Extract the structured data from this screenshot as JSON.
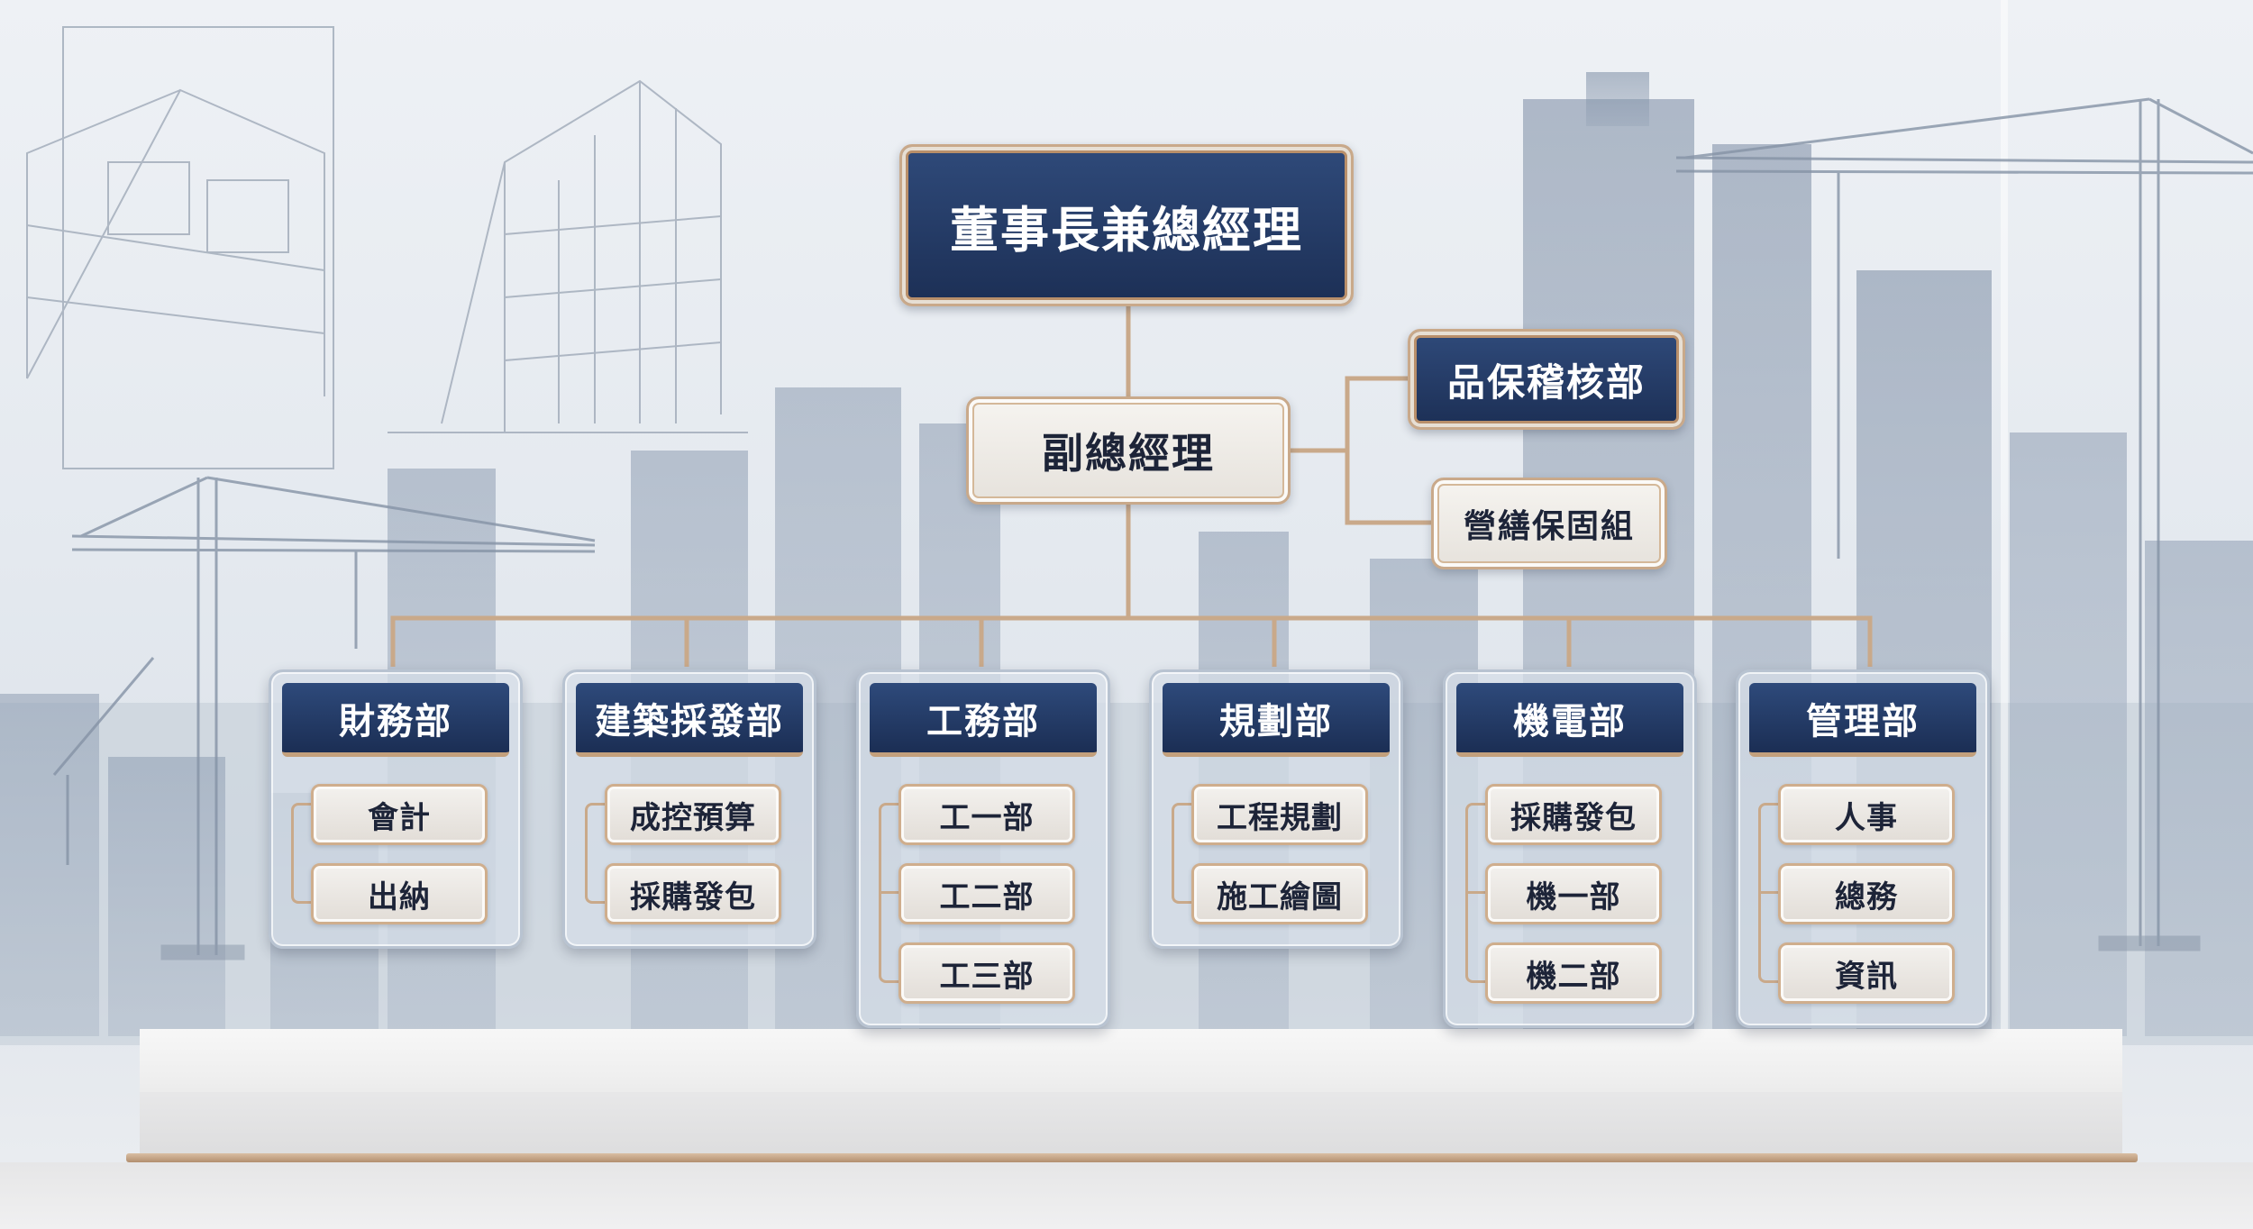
{
  "chairman": "董事長兼總經理",
  "vice": "副總經理",
  "staff": [
    "品保稽核部",
    "營繕保固組"
  ],
  "departments": [
    {
      "name": "財務部",
      "units": [
        "會計",
        "出納"
      ]
    },
    {
      "name": "建築採發部",
      "units": [
        "成控預算",
        "採購發包"
      ]
    },
    {
      "name": "工務部",
      "units": [
        "工一部",
        "工二部",
        "工三部"
      ]
    },
    {
      "name": "規劃部",
      "units": [
        "工程規劃",
        "施工繪圖"
      ]
    },
    {
      "name": "機電部",
      "units": [
        "採購發包",
        "機一部",
        "機二部"
      ]
    },
    {
      "name": "管理部",
      "units": [
        "人事",
        "總務",
        "資訊"
      ]
    }
  ],
  "colors": {
    "navy": "#1f335c",
    "gold": "#c9a98a",
    "background": "#e6ebf0"
  },
  "background_icons": [
    "building-sketch",
    "tower-crane",
    "city-skyline",
    "marble-pedestal"
  ]
}
